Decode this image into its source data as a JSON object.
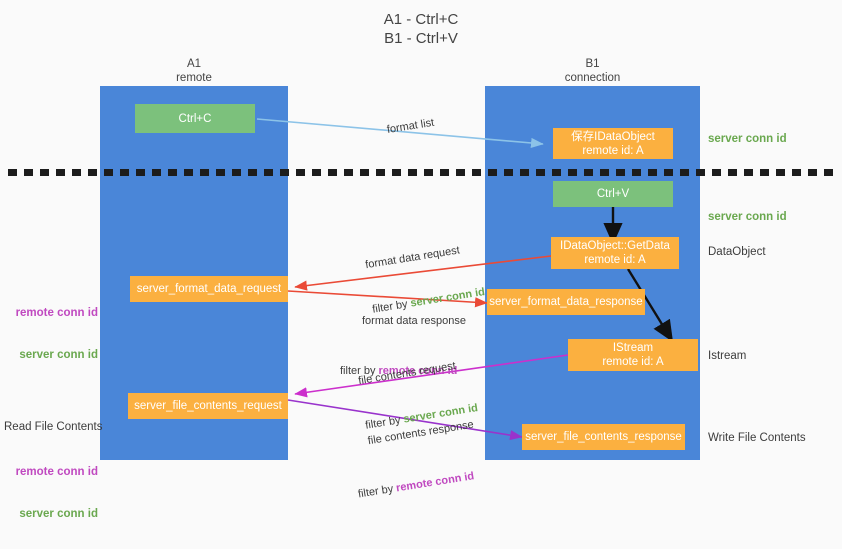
{
  "title": "A1 - Ctrl+C\nB1 - Ctrl+V",
  "colors": {
    "lane": "#4a86d8",
    "green_box": "#7cc17c",
    "orange_box": "#fbb040",
    "green_text": "#6aa84f",
    "purple_text": "#c049c0",
    "dark_text": "#3c3c3c",
    "arrow_lightblue": "#8cc3e8",
    "arrow_red": "#ea4a36",
    "arrow_magenta": "#cc2fcc",
    "arrow_purple": "#9933cc",
    "arrow_black": "#111111",
    "background": "#fafafa"
  },
  "lanes": [
    {
      "id": "a1",
      "title": "A1",
      "subtitle": "remote"
    },
    {
      "id": "b1",
      "title": "B1",
      "subtitle": "connection"
    }
  ],
  "boxes": {
    "ctrl_c": {
      "line1": "Ctrl+C",
      "line2": ""
    },
    "save_idataobject": {
      "line1": "保存IDataObject",
      "line2": "remote id: A"
    },
    "ctrl_v": {
      "line1": "Ctrl+V",
      "line2": ""
    },
    "getdata": {
      "line1": "IDataObject::GetData",
      "line2": "remote id: A"
    },
    "server_format_data_request": {
      "line1": "server_format_data_request",
      "line2": ""
    },
    "server_format_data_response": {
      "line1": "server_format_data_response",
      "line2": ""
    },
    "istream": {
      "line1": "IStream",
      "line2": "remote id: A"
    },
    "server_file_contents_request": {
      "line1": "server_file_contents_request",
      "line2": ""
    },
    "server_file_contents_response": {
      "line1": "server_file_contents_response",
      "line2": ""
    }
  },
  "right_annotations": [
    {
      "id": "server-conn-id-top",
      "text": "server conn id",
      "color": "green"
    },
    {
      "id": "server-conn-id-mid",
      "text": "server conn id",
      "color": "green"
    },
    {
      "id": "dataobject",
      "text": "DataObject",
      "color": "dark"
    },
    {
      "id": "istream",
      "text": "Istream",
      "color": "dark"
    },
    {
      "id": "write-file-contents",
      "text": "Write File Contents",
      "color": "dark"
    }
  ],
  "left_annotations": {
    "format_block": {
      "remote": "remote conn id",
      "server": "server conn id"
    },
    "file_block": {
      "heading": "Read File Contents",
      "remote": "remote conn id",
      "server": "server conn id"
    }
  },
  "edges": [
    {
      "id": "format-list",
      "label": "format list",
      "filter_prefix": "",
      "filter_value": "",
      "filter_color": ""
    },
    {
      "id": "format-data-request",
      "label": "format data request",
      "filter_prefix": "filter by ",
      "filter_value": "server conn id",
      "filter_color": "green"
    },
    {
      "id": "format-data-response",
      "label": "format data response",
      "filter_prefix": "filter by ",
      "filter_value": "remote conn id",
      "filter_color": "purple"
    },
    {
      "id": "file-contents-request",
      "label": "file contents request",
      "filter_prefix": "filter by ",
      "filter_value": "server conn id",
      "filter_color": "green"
    },
    {
      "id": "file-contents-response",
      "label": "file contents response",
      "filter_prefix": "filter by ",
      "filter_value": "remote conn id",
      "filter_color": "purple"
    }
  ]
}
